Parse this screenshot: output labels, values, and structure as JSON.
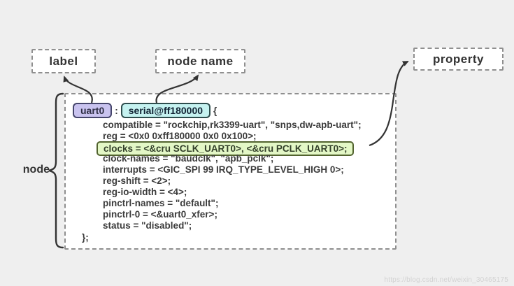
{
  "callouts": {
    "label": "label",
    "node_name": "node name",
    "property": "property",
    "node": "node"
  },
  "code": {
    "label_chip": "uart0",
    "separator": ":",
    "node_name_chip": "serial@ff180000",
    "open_brace": "{",
    "properties_before": [
      "compatible = \"rockchip,rk3399-uart\", \"snps,dw-apb-uart\";",
      "reg = <0x0 0xff180000 0x0 0x100>;"
    ],
    "highlighted_property": "clocks = <&cru SCLK_UART0>, <&cru PCLK_UART0>;",
    "properties_after": [
      "clock-names = \"baudclk\", \"apb_pclk\";",
      "interrupts = <GIC_SPI 99 IRQ_TYPE_LEVEL_HIGH 0>;",
      "reg-shift = <2>;",
      "reg-io-width = <4>;",
      "pinctrl-names = \"default\";",
      "pinctrl-0 = <&uart0_xfer>;",
      "status = \"disabled\";"
    ],
    "close_brace": "};"
  },
  "colors": {
    "background": "#efefef",
    "label_chip_bg": "#c9c3ef",
    "label_chip_border": "#45456b",
    "node_chip_bg": "#c5f2f0",
    "node_chip_border": "#2e4d4d",
    "highlight_bg": "#e3f7c6",
    "highlight_border": "#52632f",
    "arrow": "#333333"
  },
  "watermark": "https://blog.csdn.net/weixin_30465175"
}
